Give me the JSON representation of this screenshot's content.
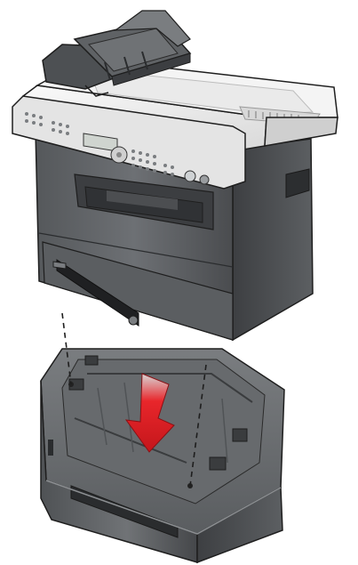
{
  "figure": {
    "subject": "printer-installation-diagram",
    "components": {
      "printer": "multifunction-printer",
      "tray": "optional-drawer",
      "arrow": "insertion-arrow"
    },
    "colors": {
      "background": "#ffffff",
      "body_dark": "#4b4d50",
      "body_mid": "#6b6e71",
      "body_light": "#8d9093",
      "scanner_top": "#f2f2f2",
      "panel_face": "#e2e2e2",
      "arrow_red": "#e8262b",
      "outline": "#1e1e1e"
    }
  }
}
